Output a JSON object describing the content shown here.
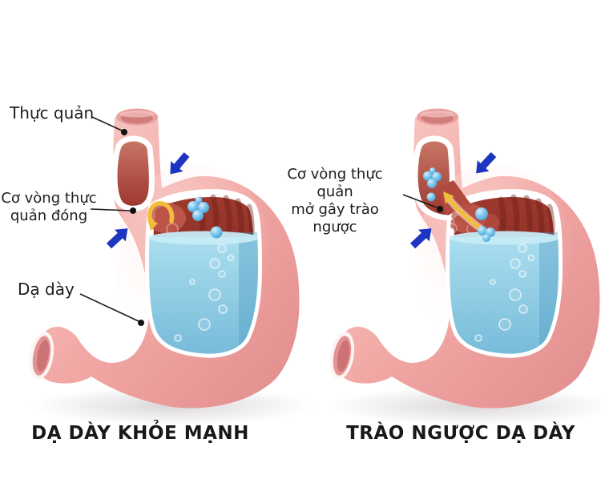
{
  "title": "Stomach comparison illustration: healthy stomach vs gastric reflux",
  "left_figure": {
    "caption": "DẠ DÀY KHỎE MẠNH",
    "labels": {
      "esophagus": "Thực quản",
      "sphincter_line1": "Cơ vòng thực",
      "sphincter_line2": "quản đóng",
      "stomach": "Dạ dày"
    }
  },
  "right_figure": {
    "caption": "TRÀO NGƯỢC DẠ DÀY",
    "labels": {
      "sphincter_line1": "Cơ vòng thực quản",
      "sphincter_line2": "mở gây trào ngược"
    }
  },
  "icons": {
    "pressure_arrow": "blue-pressure-arrow",
    "retention_arrow": "yellow-circulation-arrow",
    "reflux_arrow": "yellow-reflux-arrow",
    "gas_bubble": "blue-bubble"
  },
  "colors": {
    "background": "#ffffff",
    "stomach_pink": "#f2a7a4",
    "stomach_pink_light": "#f9cfcb",
    "stomach_pink_dark": "#e08a8b",
    "interior_red": "#8c2d24",
    "lumen_red": "#b5544a",
    "acid_blue": "#84c5e0",
    "acid_blue_light": "#abdeef",
    "bubble_blue": "#5cb3e6",
    "arrow_blue": "#1e35c2",
    "arrow_yellow": "#f2bd3a",
    "text_dark": "#1d1d1d"
  }
}
